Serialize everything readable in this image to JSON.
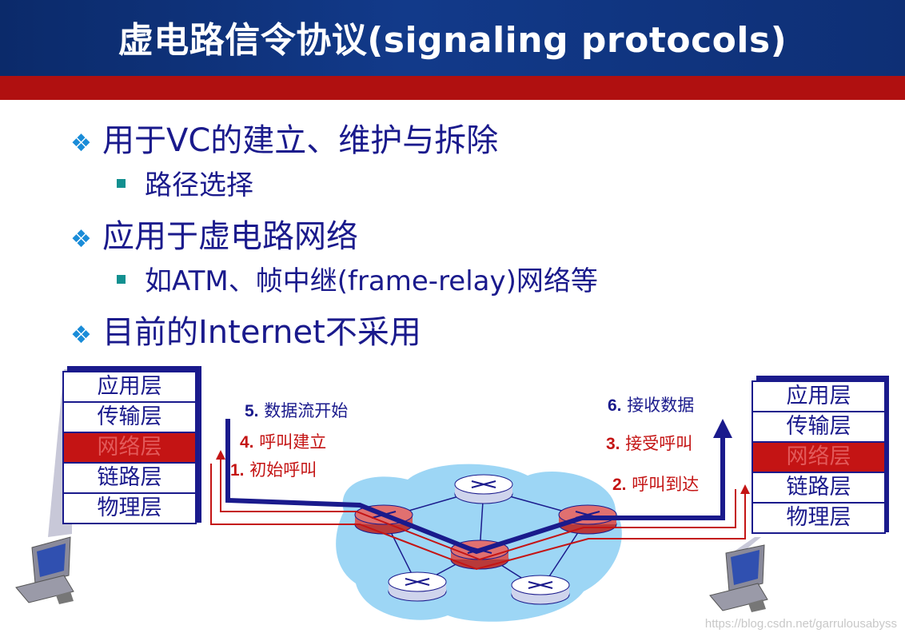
{
  "title": "虚电路信令协议(signaling protocols)",
  "bullets": {
    "b1": "用于VC的建立、维护与拆除",
    "b1_sub": "路径选择",
    "b2": "应用于虚电路网络",
    "b2_sub": "如ATM、帧中继(frame-relay)网络等",
    "b3": "目前的Internet不采用"
  },
  "stack_layers": [
    "应用层",
    "传输层",
    "网络层",
    "链路层",
    "物理层"
  ],
  "steps": {
    "s1_num": "1.",
    "s1_text": "初始呼叫",
    "s2_num": "2.",
    "s2_text": "呼叫到达",
    "s3_num": "3.",
    "s3_text": "接受呼叫",
    "s4_num": "4.",
    "s4_text": "呼叫建立",
    "s5_num": "5.",
    "s5_text": "数据流开始",
    "s6_num": "6.",
    "s6_text": "接收数据"
  },
  "watermark": "https://blog.csdn.net/garrulousabyss",
  "colors": {
    "title_bg": "#123a8a",
    "band": "#b01010",
    "text_blue": "#1a1a8c",
    "accent_red": "#c41414",
    "cloud": "#9dd6f5"
  }
}
